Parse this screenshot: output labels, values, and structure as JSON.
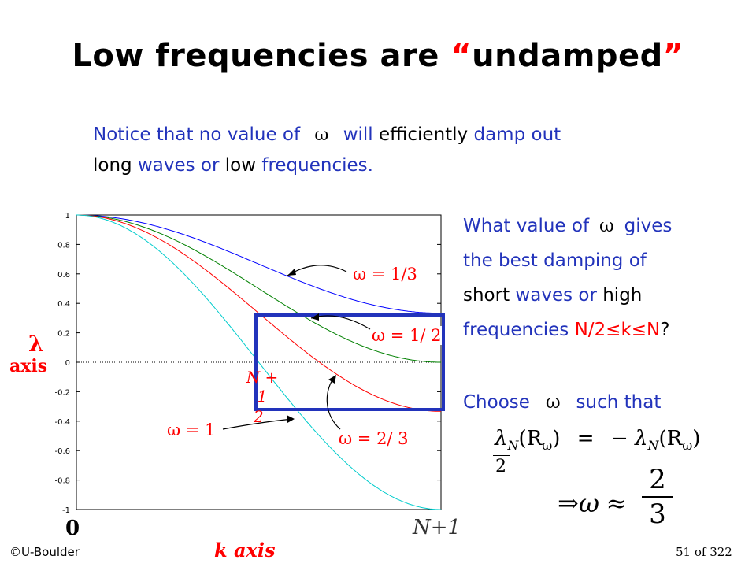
{
  "title": {
    "part1": "Low frequencies are ",
    "q_open": "“",
    "word": "undamped",
    "q_close": "”"
  },
  "intro": {
    "t1": "Notice that no value of",
    "t2": "will",
    "t3": "efficiently",
    "t4": "damp out",
    "t5": "long",
    "t6": "waves or",
    "t7": "low",
    "t8": "frequencies."
  },
  "question": {
    "l1a": "What value of",
    "l1b": "gives",
    "l2": "the best damping of",
    "l3a": "short",
    "l3b": "waves or",
    "l3c": "high",
    "l4a": "frequencies",
    "l4b": "N/2≤k≤N",
    "l4c": "?",
    "choose_a": "Choose",
    "choose_b": "such that"
  },
  "labels": {
    "lambda": "λ",
    "axis": "axis",
    "zero": "0",
    "k_axis": "k axis",
    "n_plus_1": "N+1",
    "frac_num": "N + 1",
    "frac_den": "2"
  },
  "annotations": {
    "w13": "ω = 1/3",
    "w12": "ω = 1/ 2",
    "w1": "ω = 1",
    "w23": "ω = 2/ 3"
  },
  "equations": {
    "eq1": "λ",
    "eq1_sub": "N",
    "eq1_rest": "(R",
    "eq1_omega": "ω",
    "eq1_close": ")",
    "eq1_frac_den": "2",
    "eq_equals": "=",
    "eq_minus": "−",
    "eq2": "λ",
    "eq2_sub": "N",
    "eq2_rest": "(R",
    "eq2_omega": "ω",
    "eq2_close": ")",
    "implies": "⇒",
    "omega": "ω",
    "approx": "≈",
    "two": "2",
    "three": "3"
  },
  "footer": {
    "left": "©U-Boulder",
    "page": "51 of 322"
  },
  "colors": {
    "title": "#000000",
    "accent_blue": "#2233bb",
    "accent_red": "#ff0000",
    "box": "#2233bb"
  },
  "chart_data": {
    "type": "line",
    "x": {
      "from": 0,
      "to": 1,
      "note_labels": [
        "0",
        "N+1"
      ]
    },
    "ylim": [
      -1,
      1
    ],
    "yticks": [
      "1",
      "0.8",
      "0.6",
      "0.4",
      "0.2",
      "0",
      "-0.2",
      "-0.4",
      "-0.6",
      "-0.8",
      "-1"
    ],
    "series": [
      {
        "omega": 0.3333,
        "color": "#0000ff"
      },
      {
        "omega": 0.5,
        "color": "#008000"
      },
      {
        "omega": 0.6667,
        "color": "#ff0000"
      },
      {
        "omega": 1,
        "color": "#00cccc"
      }
    ],
    "reference_line": {
      "y": 0,
      "style": "dotted"
    }
  }
}
